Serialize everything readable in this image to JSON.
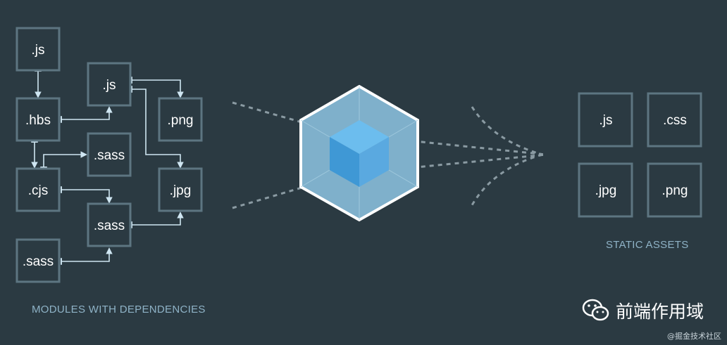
{
  "modules": {
    "caption": "MODULES WITH DEPENDENCIES",
    "boxes": [
      ".js",
      ".js",
      ".hbs",
      ".png",
      ".sass",
      ".cjs",
      ".jpg",
      ".sass",
      ".sass"
    ]
  },
  "assets": {
    "caption": "STATIC ASSETS",
    "boxes": [
      ".js",
      ".css",
      ".jpg",
      ".png"
    ]
  },
  "watermark": {
    "text": "前端作用域",
    "icon": "wechat-icon"
  },
  "credit": "@掘金技术社区",
  "colors": {
    "background": "#2b3a42",
    "box_border": "#5d7581",
    "arrow": "#cfe6f2",
    "cube_outer": "#8ed6fb",
    "cube_inner": "#1c78c0",
    "caption": "#8fb3c7"
  }
}
